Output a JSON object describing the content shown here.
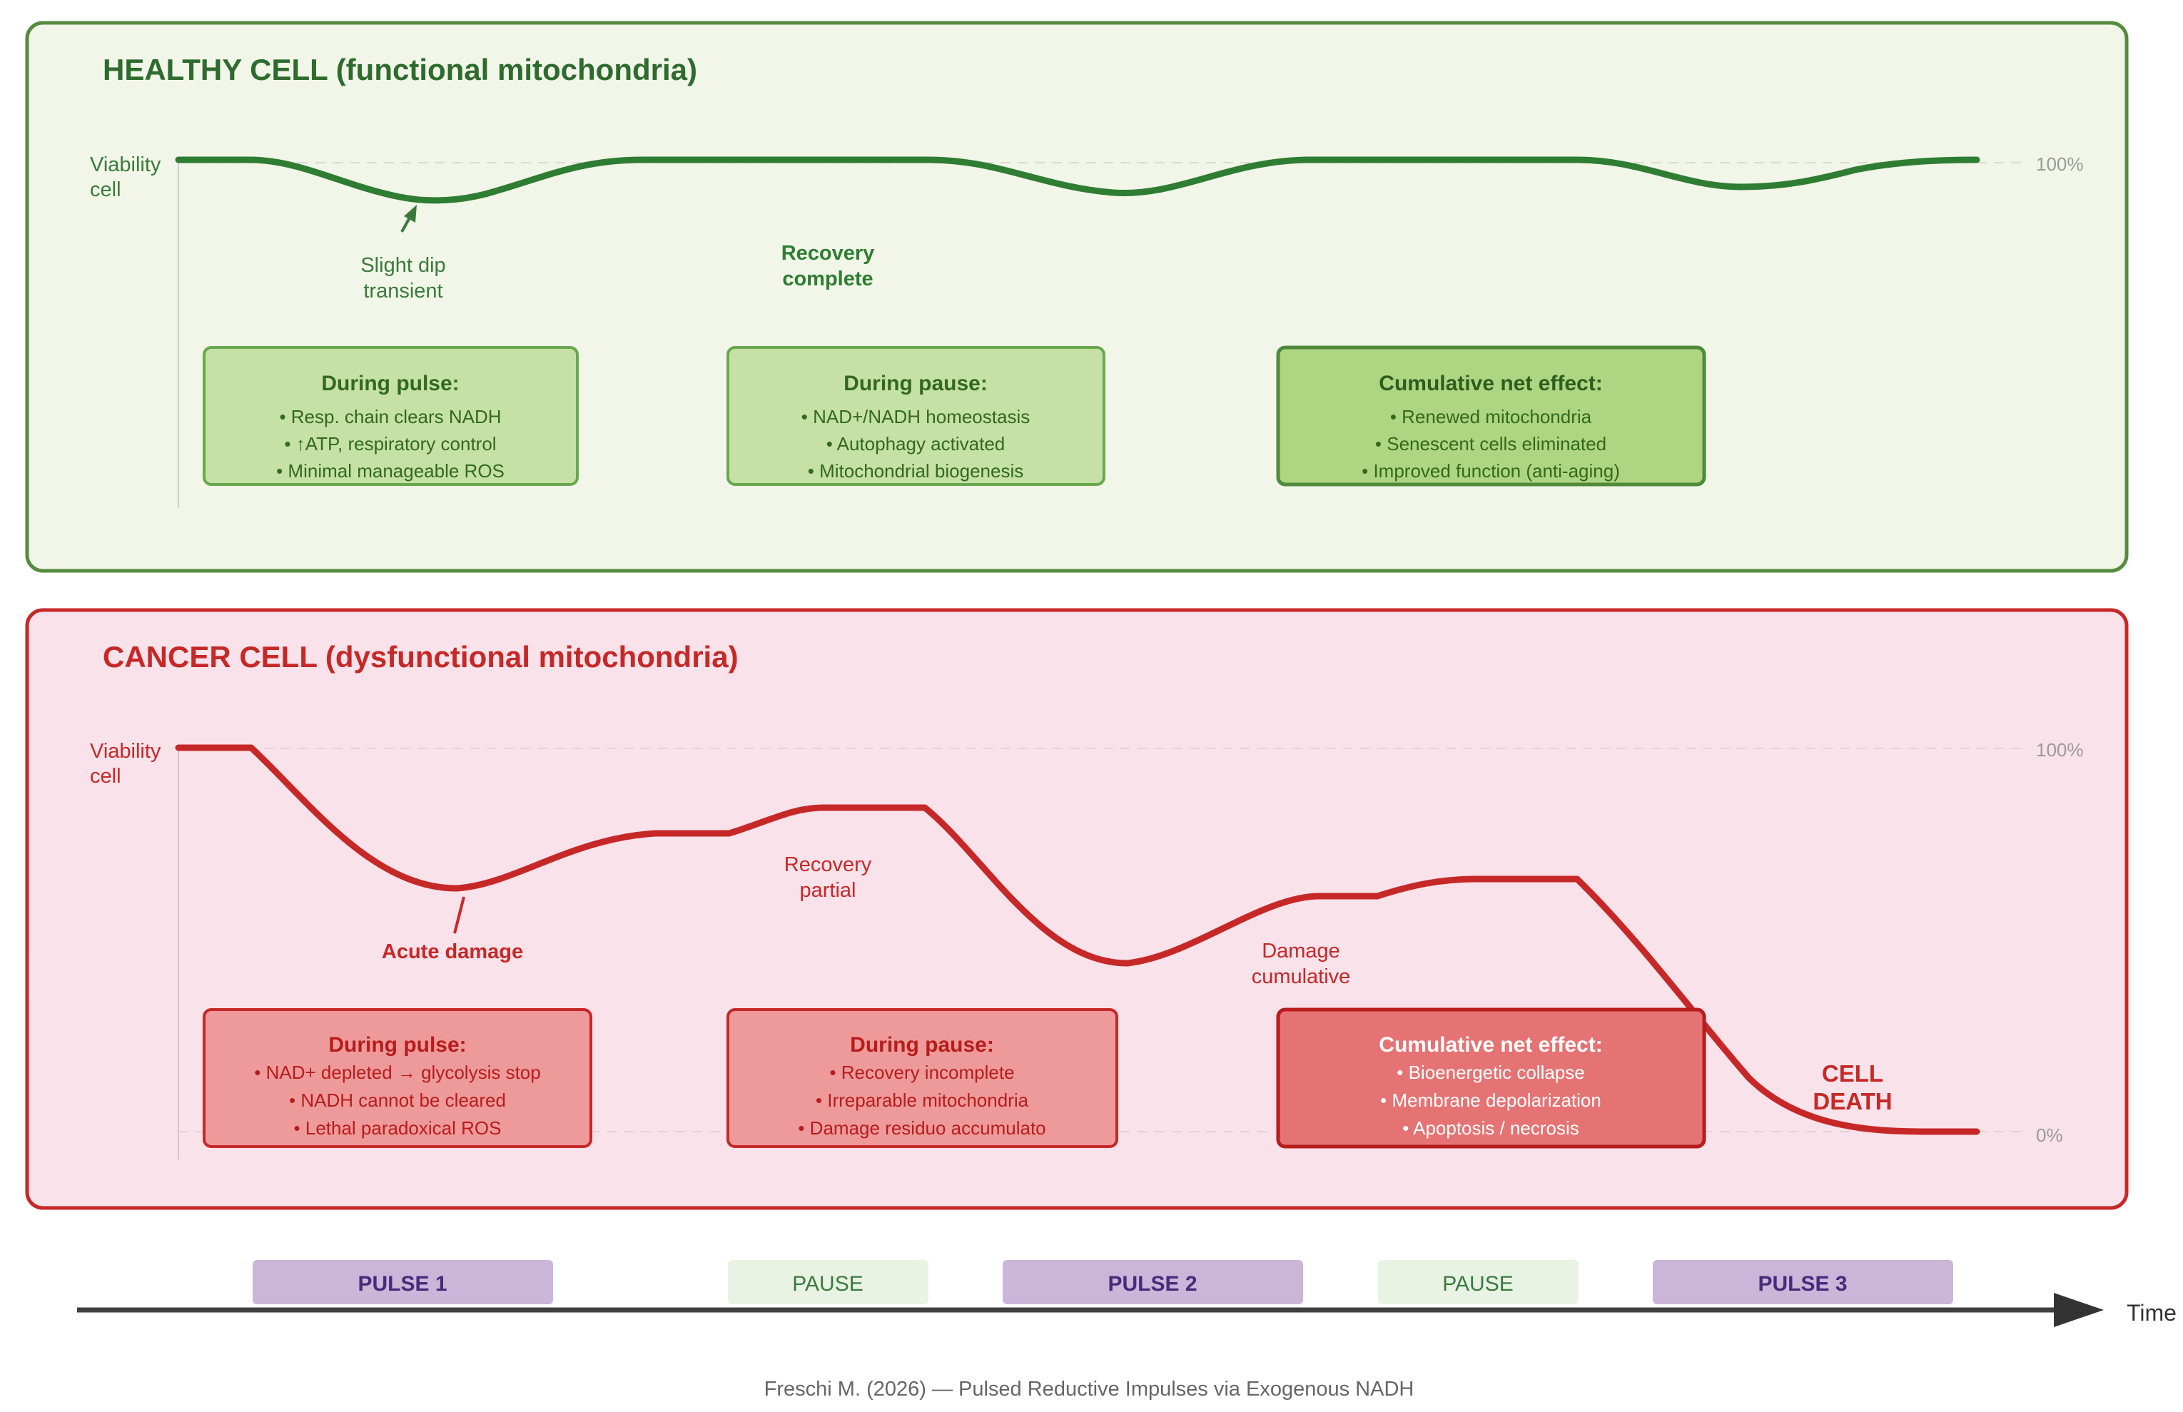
{
  "healthy": {
    "title": "HEALTHY CELL (functional mitochondria)",
    "y_label": [
      "Viability",
      "cell"
    ],
    "tick_top": "100%",
    "annotation_dip": [
      "Slight dip",
      "transient"
    ],
    "annotation_recovery": [
      "Recovery",
      "complete"
    ],
    "boxes": [
      {
        "title": "During pulse:",
        "lines": [
          "• Resp. chain clears NADH",
          "• ↑ATP, respiratory control",
          "• Minimal manageable ROS"
        ]
      },
      {
        "title": "During pause:",
        "lines": [
          "• NAD+/NADH homeostasis",
          "• Autophagy activated",
          "• Mitochondrial biogenesis"
        ]
      },
      {
        "title": "Cumulative net effect:",
        "lines": [
          "• Renewed mitochondria",
          "• Senescent cells eliminated",
          "• Improved function (anti-aging)"
        ]
      }
    ],
    "colors": {
      "line": "#2e7d32",
      "panel_bg": "#f1f6e8",
      "panel_border": "#558b3f",
      "box": "#c5e1a5",
      "box_strong": "#aed581",
      "text": "#33691e"
    }
  },
  "cancer": {
    "title": "CANCER CELL (dysfunctional mitochondria)",
    "y_label": [
      "Viability",
      "cell"
    ],
    "tick_top": "100%",
    "tick_bottom": "0%",
    "annotation_acute": "Acute damage",
    "annotation_partial": [
      "Recovery",
      "partial"
    ],
    "annotation_cumulative": [
      "Damage",
      "cumulative"
    ],
    "annotation_death": [
      "CELL",
      "DEATH"
    ],
    "boxes": [
      {
        "title": "During pulse:",
        "lines": [
          "• NAD+ depleted → glycolysis stop",
          "• NADH cannot be cleared",
          "• Lethal paradoxical ROS"
        ]
      },
      {
        "title": "During pause:",
        "lines": [
          "• Recovery incomplete",
          "• Irreparable mitochondria",
          "• Damage residuo accumulato"
        ]
      },
      {
        "title": "Cumulative net effect:",
        "lines": [
          "• Bioenergetic collapse",
          "• Membrane depolarization",
          "• Apoptosis / necrosis"
        ]
      }
    ],
    "colors": {
      "line": "#c62828",
      "panel_bg": "#f9e2e9",
      "panel_border": "#c62828",
      "box": "#ef9a9a",
      "box_strong": "#e57373",
      "text": "#c62828"
    }
  },
  "timeline": {
    "segments": [
      {
        "label": "PULSE 1",
        "kind": "pulse"
      },
      {
        "label": "PAUSE",
        "kind": "pause"
      },
      {
        "label": "PULSE 2",
        "kind": "pulse"
      },
      {
        "label": "PAUSE",
        "kind": "pause"
      },
      {
        "label": "PULSE 3",
        "kind": "pulse"
      }
    ],
    "axis_label": "Time",
    "colors": {
      "pulse_bg": "#c9b6d9",
      "pulse_text": "#4a2a7a",
      "pause_bg": "#e8f3e4",
      "pause_text": "#3c7a3e"
    }
  },
  "footer": "Freschi M. (2026) — Pulsed Reductive Impulses via Exogenous NADH"
}
